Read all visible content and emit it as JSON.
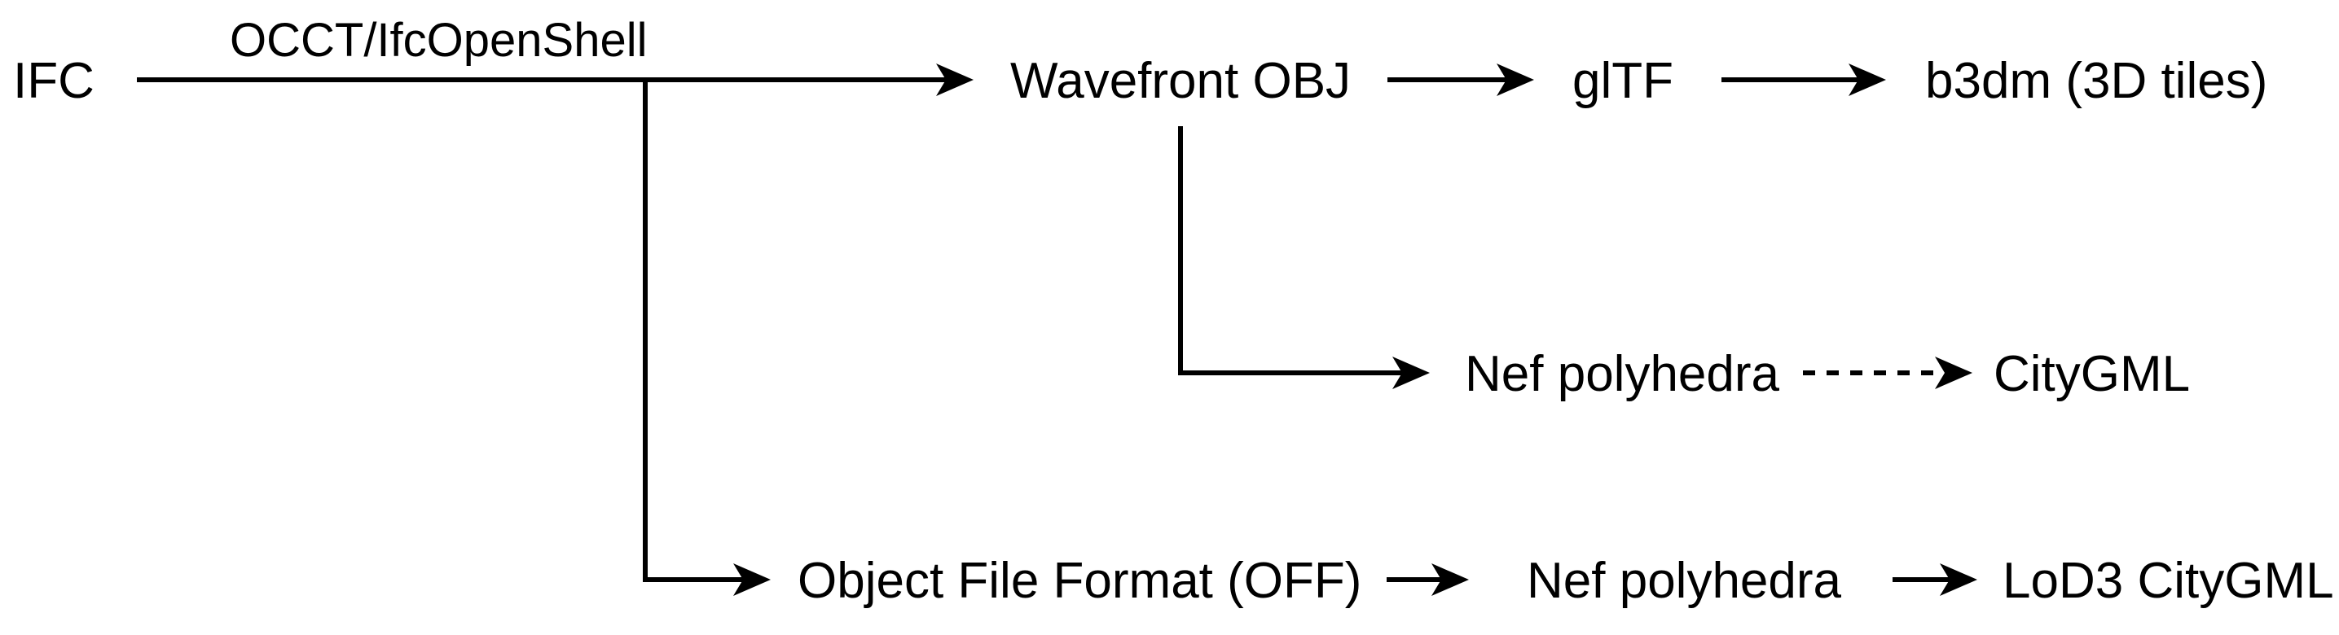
{
  "diagram": {
    "background_color": "#ffffff",
    "ink_color": "#000000",
    "label_occt": "OCCT/IfcOpenShell",
    "nodes": {
      "ifc": "IFC",
      "wavefront_obj": "Wavefront OBJ",
      "gltf": "glTF",
      "b3dm": "b3dm (3D tiles)",
      "nef_polyhedra_mid": "Nef polyhedra",
      "citygml": "CityGML",
      "off": "Object File Format (OFF)",
      "nef_polyhedra_bottom": "Nef polyhedra",
      "lod3_citygml": "LoD3 CityGML"
    },
    "edges": [
      {
        "from": "IFC",
        "to": "Wavefront OBJ",
        "label": "OCCT/IfcOpenShell",
        "style": "solid"
      },
      {
        "from": "Wavefront OBJ",
        "to": "glTF",
        "style": "solid"
      },
      {
        "from": "glTF",
        "to": "b3dm (3D tiles)",
        "style": "solid"
      },
      {
        "from": "Wavefront OBJ",
        "to": "Nef polyhedra",
        "style": "solid"
      },
      {
        "from": "Nef polyhedra",
        "to": "CityGML",
        "style": "dashed"
      },
      {
        "from": "IFC to Wavefront OBJ line",
        "to": "Object File Format (OFF)",
        "style": "solid"
      },
      {
        "from": "Object File Format (OFF)",
        "to": "Nef polyhedra",
        "style": "solid"
      },
      {
        "from": "Nef polyhedra",
        "to": "LoD3 CityGML",
        "style": "solid"
      }
    ]
  }
}
